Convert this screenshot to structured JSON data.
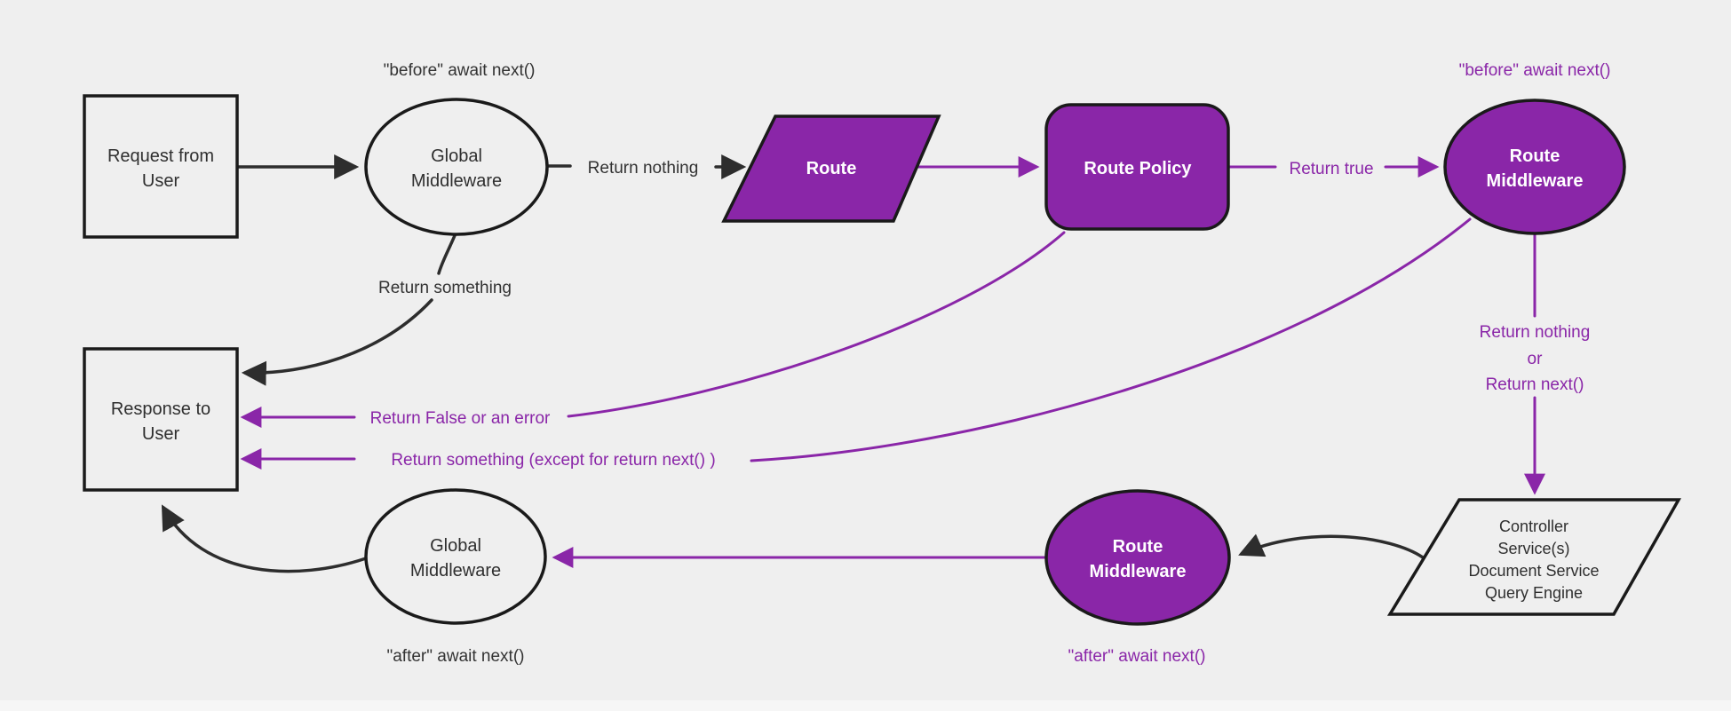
{
  "colors": {
    "background": "#efefef",
    "purple": "#8a26a8",
    "edge_black": "#2d2d2d",
    "node_border": "#1a1a1a",
    "node_fill": "#efefef",
    "text_dark": "#2f2f2f",
    "text_white": "#ffffff"
  },
  "nodes": {
    "request_from_user": {
      "lines": [
        "Request from",
        "User"
      ]
    },
    "global_middleware_top": {
      "lines": [
        "Global",
        "Middleware"
      ]
    },
    "route": {
      "label": "Route"
    },
    "route_policy": {
      "label": "Route Policy"
    },
    "route_middleware_top": {
      "lines": [
        "Route",
        "Middleware"
      ]
    },
    "services": {
      "lines": [
        "Controller",
        "Service(s)",
        "Document Service",
        "Query Engine"
      ]
    },
    "route_middleware_bottom": {
      "lines": [
        "Route",
        "Middleware"
      ]
    },
    "global_middleware_bottom": {
      "lines": [
        "Global",
        "Middleware"
      ]
    },
    "response_to_user": {
      "lines": [
        "Response to",
        "User"
      ]
    }
  },
  "edge_labels": {
    "before_await_next_global": "\"before\" await next()",
    "return_nothing": "Return nothing",
    "return_true": "Return true",
    "before_await_next_route": "\"before\" await next()",
    "return_nothing_or": {
      "lines": [
        "Return nothing",
        "or",
        "Return next()"
      ]
    },
    "return_something": "Return something",
    "return_false_or_error": "Return False or an error",
    "return_something_except": "Return something (except for return next() )",
    "after_await_next_route": "\"after\" await next()",
    "after_await_next_global": "\"after\" await next()"
  }
}
